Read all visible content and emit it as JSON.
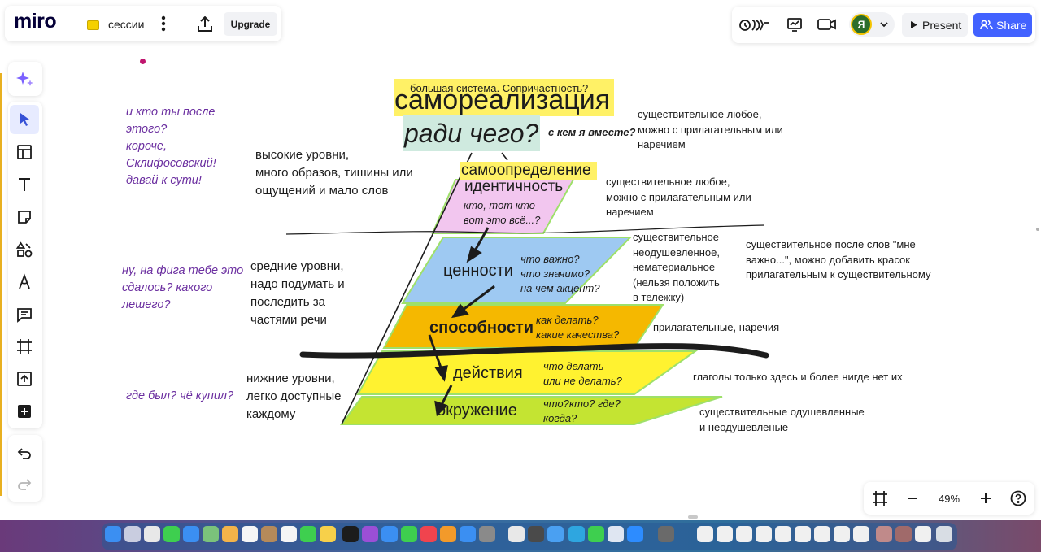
{
  "app": {
    "logo": "miro",
    "board_name": "сессии",
    "upgrade_label": "Upgrade",
    "present_label": "Present",
    "share_label": "Share",
    "avatar_initial": "Я",
    "zoom": "49%",
    "accent": "#4262ff"
  },
  "toolbar": {
    "tools": [
      "ai-sparkle-icon",
      "select-cursor-icon",
      "templates-icon",
      "text-icon",
      "sticky-note-icon",
      "shapes-icon",
      "pen-icon",
      "comment-icon",
      "frame-icon",
      "upload-icon",
      "more-apps-icon",
      "undo-icon",
      "redo-icon"
    ]
  },
  "board": {
    "top_note": "большая система. Сопричастность?",
    "title": "самореализация",
    "why": "ради чего?",
    "with_whom": "с кем я вместе?",
    "self_def": "самоопределение",
    "identity": "идентичность",
    "identity_q": "кто, тот кто\nвот это всё...?",
    "values": "ценности",
    "values_q": "что важно?\nчто значимо?\nна чем акцент?",
    "abilities": "способности",
    "abilities_q": "как делать?\nкакие качества?",
    "actions": "действия",
    "actions_q": "что делать\nили не делать?",
    "environment": "окружение",
    "environment_q": "что?кто? где?\nкогда?",
    "left_high": "высокие уровни,\nмного образов, тишины или\nощущений и мало слов",
    "left_mid": "средние уровни,\nнадо подумать и\nпоследить за\nчастями речи",
    "left_low": "нижние уровни,\nлегко доступные\nкаждому",
    "purple_1": "и кто ты после\nэтого?\nкороче,\nСклифосовский!\nдавай к сути!",
    "purple_2": "ну, на фига тебе это\nсдалось? какого\nлешего?",
    "purple_3": "где был? чё купил?",
    "right_1": "существительное любое,\nможно с прилагательным или\nнаречием",
    "right_2": "существительное любое,\nможно с прилагательным или\nнаречием",
    "right_3": "существительное\nнеодушевленное,\nнематериальное\n(нельзя положить\nв тележку)",
    "right_3b": "существительное после слов \"мне\nважно...\", можно добавить красок\nприлагательным к существительному",
    "right_4": "прилагательные, наречия",
    "right_5": "глаголы только здесь и более нигде нет их",
    "right_6": "существительные  одушевленные\nи неодушевленые"
  }
}
